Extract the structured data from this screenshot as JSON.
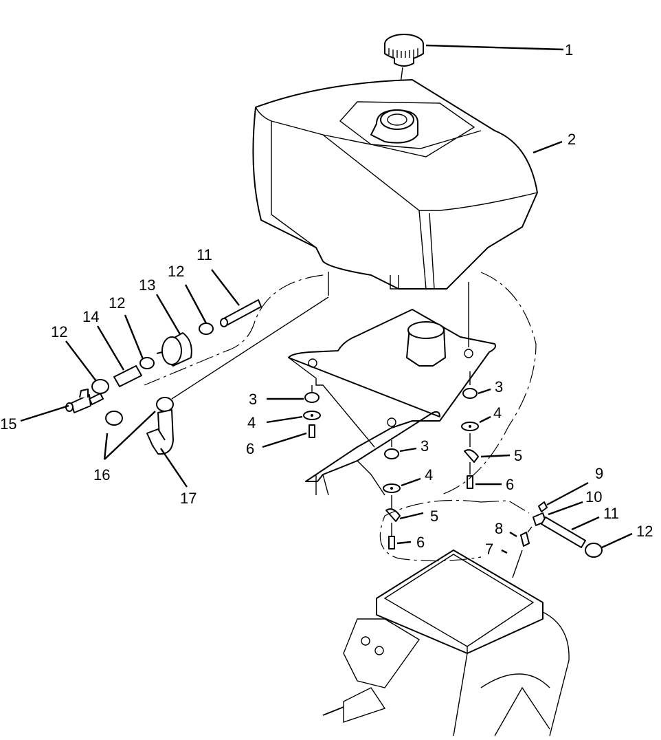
{
  "callouts": [
    {
      "id": "c1",
      "label": "1"
    },
    {
      "id": "c2",
      "label": "2"
    },
    {
      "id": "c3a",
      "label": "3"
    },
    {
      "id": "c3b",
      "label": "3"
    },
    {
      "id": "c3c",
      "label": "3"
    },
    {
      "id": "c4a",
      "label": "4"
    },
    {
      "id": "c4b",
      "label": "4"
    },
    {
      "id": "c4c",
      "label": "4"
    },
    {
      "id": "c5a",
      "label": "5"
    },
    {
      "id": "c5b",
      "label": "5"
    },
    {
      "id": "c6a",
      "label": "6"
    },
    {
      "id": "c6b",
      "label": "6"
    },
    {
      "id": "c6c",
      "label": "6"
    },
    {
      "id": "c7",
      "label": "7"
    },
    {
      "id": "c8",
      "label": "8"
    },
    {
      "id": "c9",
      "label": "9"
    },
    {
      "id": "c10",
      "label": "10"
    },
    {
      "id": "c11a",
      "label": "11"
    },
    {
      "id": "c11b",
      "label": "11"
    },
    {
      "id": "c12a",
      "label": "12"
    },
    {
      "id": "c12b",
      "label": "12"
    },
    {
      "id": "c12c",
      "label": "12"
    },
    {
      "id": "c12d",
      "label": "12"
    },
    {
      "id": "c13",
      "label": "13"
    },
    {
      "id": "c14",
      "label": "14"
    },
    {
      "id": "c15",
      "label": "15"
    },
    {
      "id": "c16",
      "label": "16"
    },
    {
      "id": "c17",
      "label": "17"
    }
  ]
}
